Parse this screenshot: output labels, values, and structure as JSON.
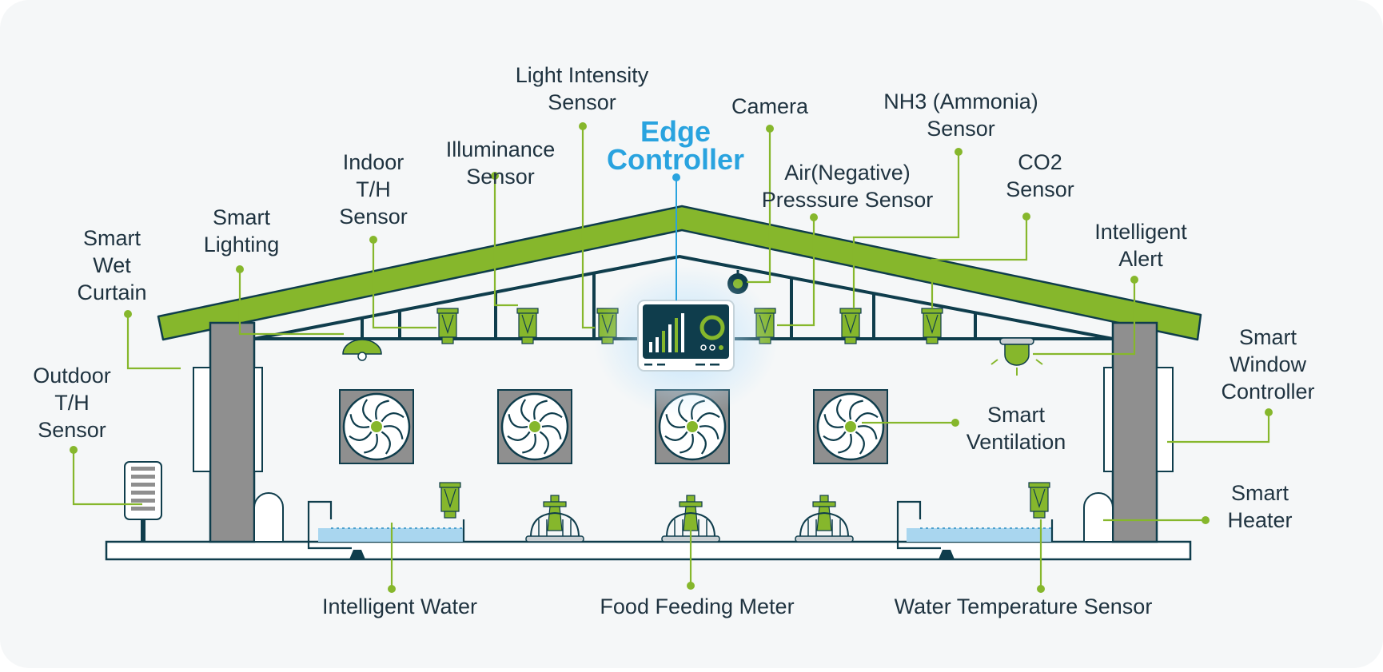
{
  "diagram": {
    "colors": {
      "roof": "#86b72c",
      "accent": "#86b72c",
      "structure": "#0f3d4c",
      "edge_title": "#29a3df",
      "pillar": "#8f8f8f",
      "label": "#1f3340",
      "water": "#a9d6ef",
      "background": "#f5f7f8"
    },
    "edge_controller": {
      "line1": "Edge",
      "line2": "Controller"
    },
    "labels": {
      "light_intensity": [
        "Light Intensity",
        "Sensor"
      ],
      "camera": [
        "Camera"
      ],
      "nh3": [
        "NH3 (Ammonia)",
        "Sensor"
      ],
      "illuminance": [
        "Illuminance",
        "Sensor"
      ],
      "indoor_th": [
        "Indoor",
        "T/H",
        "Sensor"
      ],
      "air_pressure": [
        "Air(Negative)",
        "Presssure Sensor"
      ],
      "co2": [
        "CO2",
        "Sensor"
      ],
      "smart_lighting": [
        "Smart",
        "Lighting"
      ],
      "smart_wet_curtain": [
        "Smart",
        "Wet",
        "Curtain"
      ],
      "intelligent_alert": [
        "Intelligent",
        "Alert"
      ],
      "smart_window": [
        "Smart",
        "Window",
        "Controller"
      ],
      "outdoor_th": [
        "Outdoor",
        "T/H",
        "Sensor"
      ],
      "smart_ventilation": [
        "Smart",
        "Ventilation"
      ],
      "smart_heater": [
        "Smart",
        "Heater"
      ],
      "intelligent_water": [
        "Intelligent Water"
      ],
      "food_feeding": [
        "Food Feeding Meter"
      ],
      "water_temp": [
        "Water Temperature Sensor"
      ]
    },
    "icons": [
      "edge-controller-icon",
      "camera-icon",
      "sensor-icon",
      "lamp-icon",
      "alert-lamp-icon",
      "fan-icon",
      "feeder-icon",
      "water-trough-icon",
      "outdoor-sensor-icon",
      "heater-icon"
    ]
  }
}
